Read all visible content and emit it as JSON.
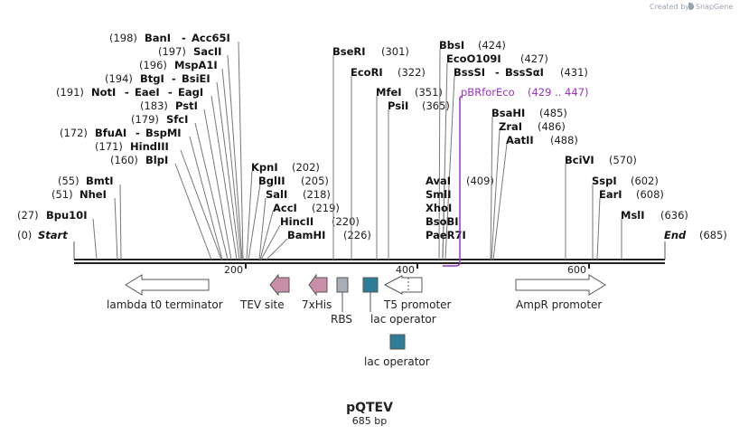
{
  "branding": {
    "created_by": "Created by",
    "product": "SnapGene",
    "logo_icon": "snapgene-logo-icon",
    "color": "#9aa4b0"
  },
  "map": {
    "name": "pQTEV",
    "length_label": "685 bp",
    "start_label": "Start",
    "start_pos": "(0)",
    "end_label": "End",
    "end_pos": "(685)",
    "ticks": [
      "200",
      "400",
      "600"
    ]
  },
  "sites_left": [
    {
      "pos": "(198)",
      "names": [
        "BanI",
        "Acc65I"
      ]
    },
    {
      "pos": "(197)",
      "names": [
        "SacII"
      ]
    },
    {
      "pos": "(196)",
      "names": [
        "MspA1I"
      ]
    },
    {
      "pos": "(194)",
      "names": [
        "BtgI",
        "BsiEI"
      ]
    },
    {
      "pos": "(191)",
      "names": [
        "NotI",
        "EaeI",
        "EagI"
      ]
    },
    {
      "pos": "(183)",
      "names": [
        "PstI"
      ]
    },
    {
      "pos": "(179)",
      "names": [
        "SfcI"
      ]
    },
    {
      "pos": "(172)",
      "names": [
        "BfuAI",
        "BspMI"
      ]
    },
    {
      "pos": "(171)",
      "names": [
        "HindIII"
      ]
    },
    {
      "pos": "(160)",
      "names": [
        "BlpI"
      ]
    },
    {
      "pos": "(55)",
      "names": [
        "BmtI"
      ]
    },
    {
      "pos": "(51)",
      "names": [
        "NheI"
      ]
    },
    {
      "pos": "(27)",
      "names": [
        "Bpu10I"
      ]
    }
  ],
  "sites_mid": [
    {
      "pos": "(202)",
      "names": [
        "KpnI"
      ]
    },
    {
      "pos": "(205)",
      "names": [
        "BglII"
      ]
    },
    {
      "pos": "(218)",
      "names": [
        "SalI"
      ]
    },
    {
      "pos": "(219)",
      "names": [
        "AccI"
      ]
    },
    {
      "pos": "(220)",
      "names": [
        "HincII"
      ]
    },
    {
      "pos": "(226)",
      "names": [
        "BamHI"
      ]
    },
    {
      "pos": "(301)",
      "names": [
        "BseRI"
      ]
    },
    {
      "pos": "(322)",
      "names": [
        "EcoRI"
      ]
    },
    {
      "pos": "(351)",
      "names": [
        "MfeI"
      ]
    },
    {
      "pos": "(365)",
      "names": [
        "PsiI"
      ]
    },
    {
      "pos": "(424)",
      "names": [
        "BbsI"
      ]
    },
    {
      "pos": "(427)",
      "names": [
        "EcoO109I"
      ]
    },
    {
      "pos": "(431)",
      "names": [
        "BssSI",
        "BssSαI"
      ]
    },
    {
      "pos": "(409)",
      "names": [
        "AvaI",
        "SmlI",
        "XhoI",
        "BsoBI",
        "PaeR7I"
      ]
    },
    {
      "pos": "(485)",
      "names": [
        "BsaHI"
      ]
    },
    {
      "pos": "(486)",
      "names": [
        "ZraI"
      ]
    },
    {
      "pos": "(488)",
      "names": [
        "AatII"
      ]
    },
    {
      "pos": "(570)",
      "names": [
        "BciVI"
      ]
    },
    {
      "pos": "(602)",
      "names": [
        "SspI"
      ]
    },
    {
      "pos": "(608)",
      "names": [
        "EarI"
      ]
    },
    {
      "pos": "(636)",
      "names": [
        "MslI"
      ]
    }
  ],
  "primer": {
    "name": "pBRforEco",
    "range": "(429 .. 447)",
    "color": "#9b30c8"
  },
  "features": {
    "lambda": "lambda t0 terminator",
    "tev": "TEV site",
    "his": "7xHis",
    "rbs": "RBS",
    "lacop1": "lac operator",
    "t5": "T5 promoter",
    "ampr": "AmpR promoter",
    "lacop2": "lac operator"
  },
  "colors": {
    "tev": "#c98fa8",
    "his": "#c98fa8",
    "rbs": "#a8aeb5",
    "lacop": "#2e7d96",
    "line": "#222222"
  }
}
